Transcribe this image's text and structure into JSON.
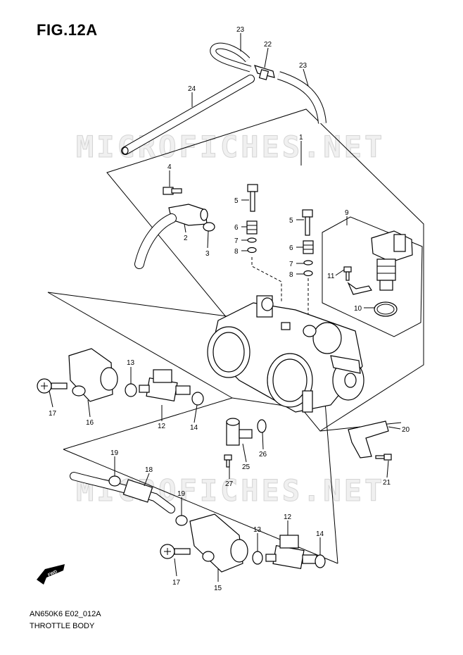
{
  "figure": {
    "title": "FIG.12A",
    "code": "AN650K6 E02_012A",
    "name": "THROTTLE BODY",
    "watermark": "MICROFICHES.NET",
    "forward_label": "FWD"
  },
  "callouts": [
    "23",
    "22",
    "23",
    "24",
    "1",
    "4",
    "5",
    "6",
    "7",
    "8",
    "5",
    "6",
    "7",
    "8",
    "9",
    "2",
    "3",
    "11",
    "10",
    "13",
    "17",
    "16",
    "12",
    "14",
    "20",
    "19",
    "18",
    "26",
    "25",
    "27",
    "21",
    "19",
    "13",
    "12",
    "14",
    "17",
    "15"
  ]
}
